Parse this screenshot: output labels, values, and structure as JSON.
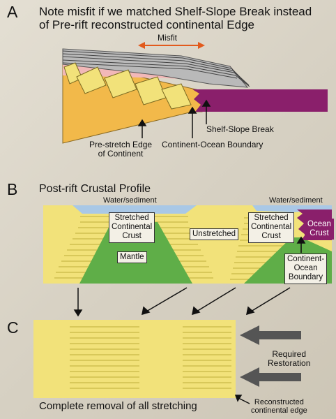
{
  "panel_a": {
    "letter": "A",
    "title_line1": "Note misfit if we matched Shelf-Slope Break instead",
    "title_line2": "of Pre-rift reconstructed continental Edge",
    "misfit_label": "Misfit",
    "prestretch_label": [
      "Pre-stretch Edge",
      "of Continent"
    ],
    "cob_label": "Continent-Ocean Boundary",
    "shelf_slope_label": "Shelf-Slope Break"
  },
  "panel_b": {
    "letter": "B",
    "title": "Post-rift Crustal Profile",
    "water_left": "Water/sediment",
    "water_right": "Water/sediment",
    "stretched_left": [
      "Stretched",
      "Continental",
      "Crust"
    ],
    "mantle": "Mantle",
    "unstretched": "Unstretched",
    "stretched_right": [
      "Stretched",
      "Continental",
      "Crust"
    ],
    "ocean_crust": [
      "Ocean",
      "Crust"
    ],
    "cob": [
      "Continent-",
      "Ocean",
      "Boundary"
    ]
  },
  "panel_c": {
    "letter": "C",
    "required_restoration": [
      "Required",
      "Restoration"
    ],
    "complete_removal": "Complete removal of all stretching",
    "reconstructed_edge": [
      "Reconstructed",
      "continental edge"
    ]
  },
  "colors": {
    "crust_yellow": "#f2e27a",
    "crust_orange": "#f2b94a",
    "mantle_green": "#5fae48",
    "ocean_purple": "#8a1f6b",
    "water_blue": "#a9c8e6",
    "pink": "#f2b8b8",
    "misfit_arrow": "#e25a1c"
  }
}
